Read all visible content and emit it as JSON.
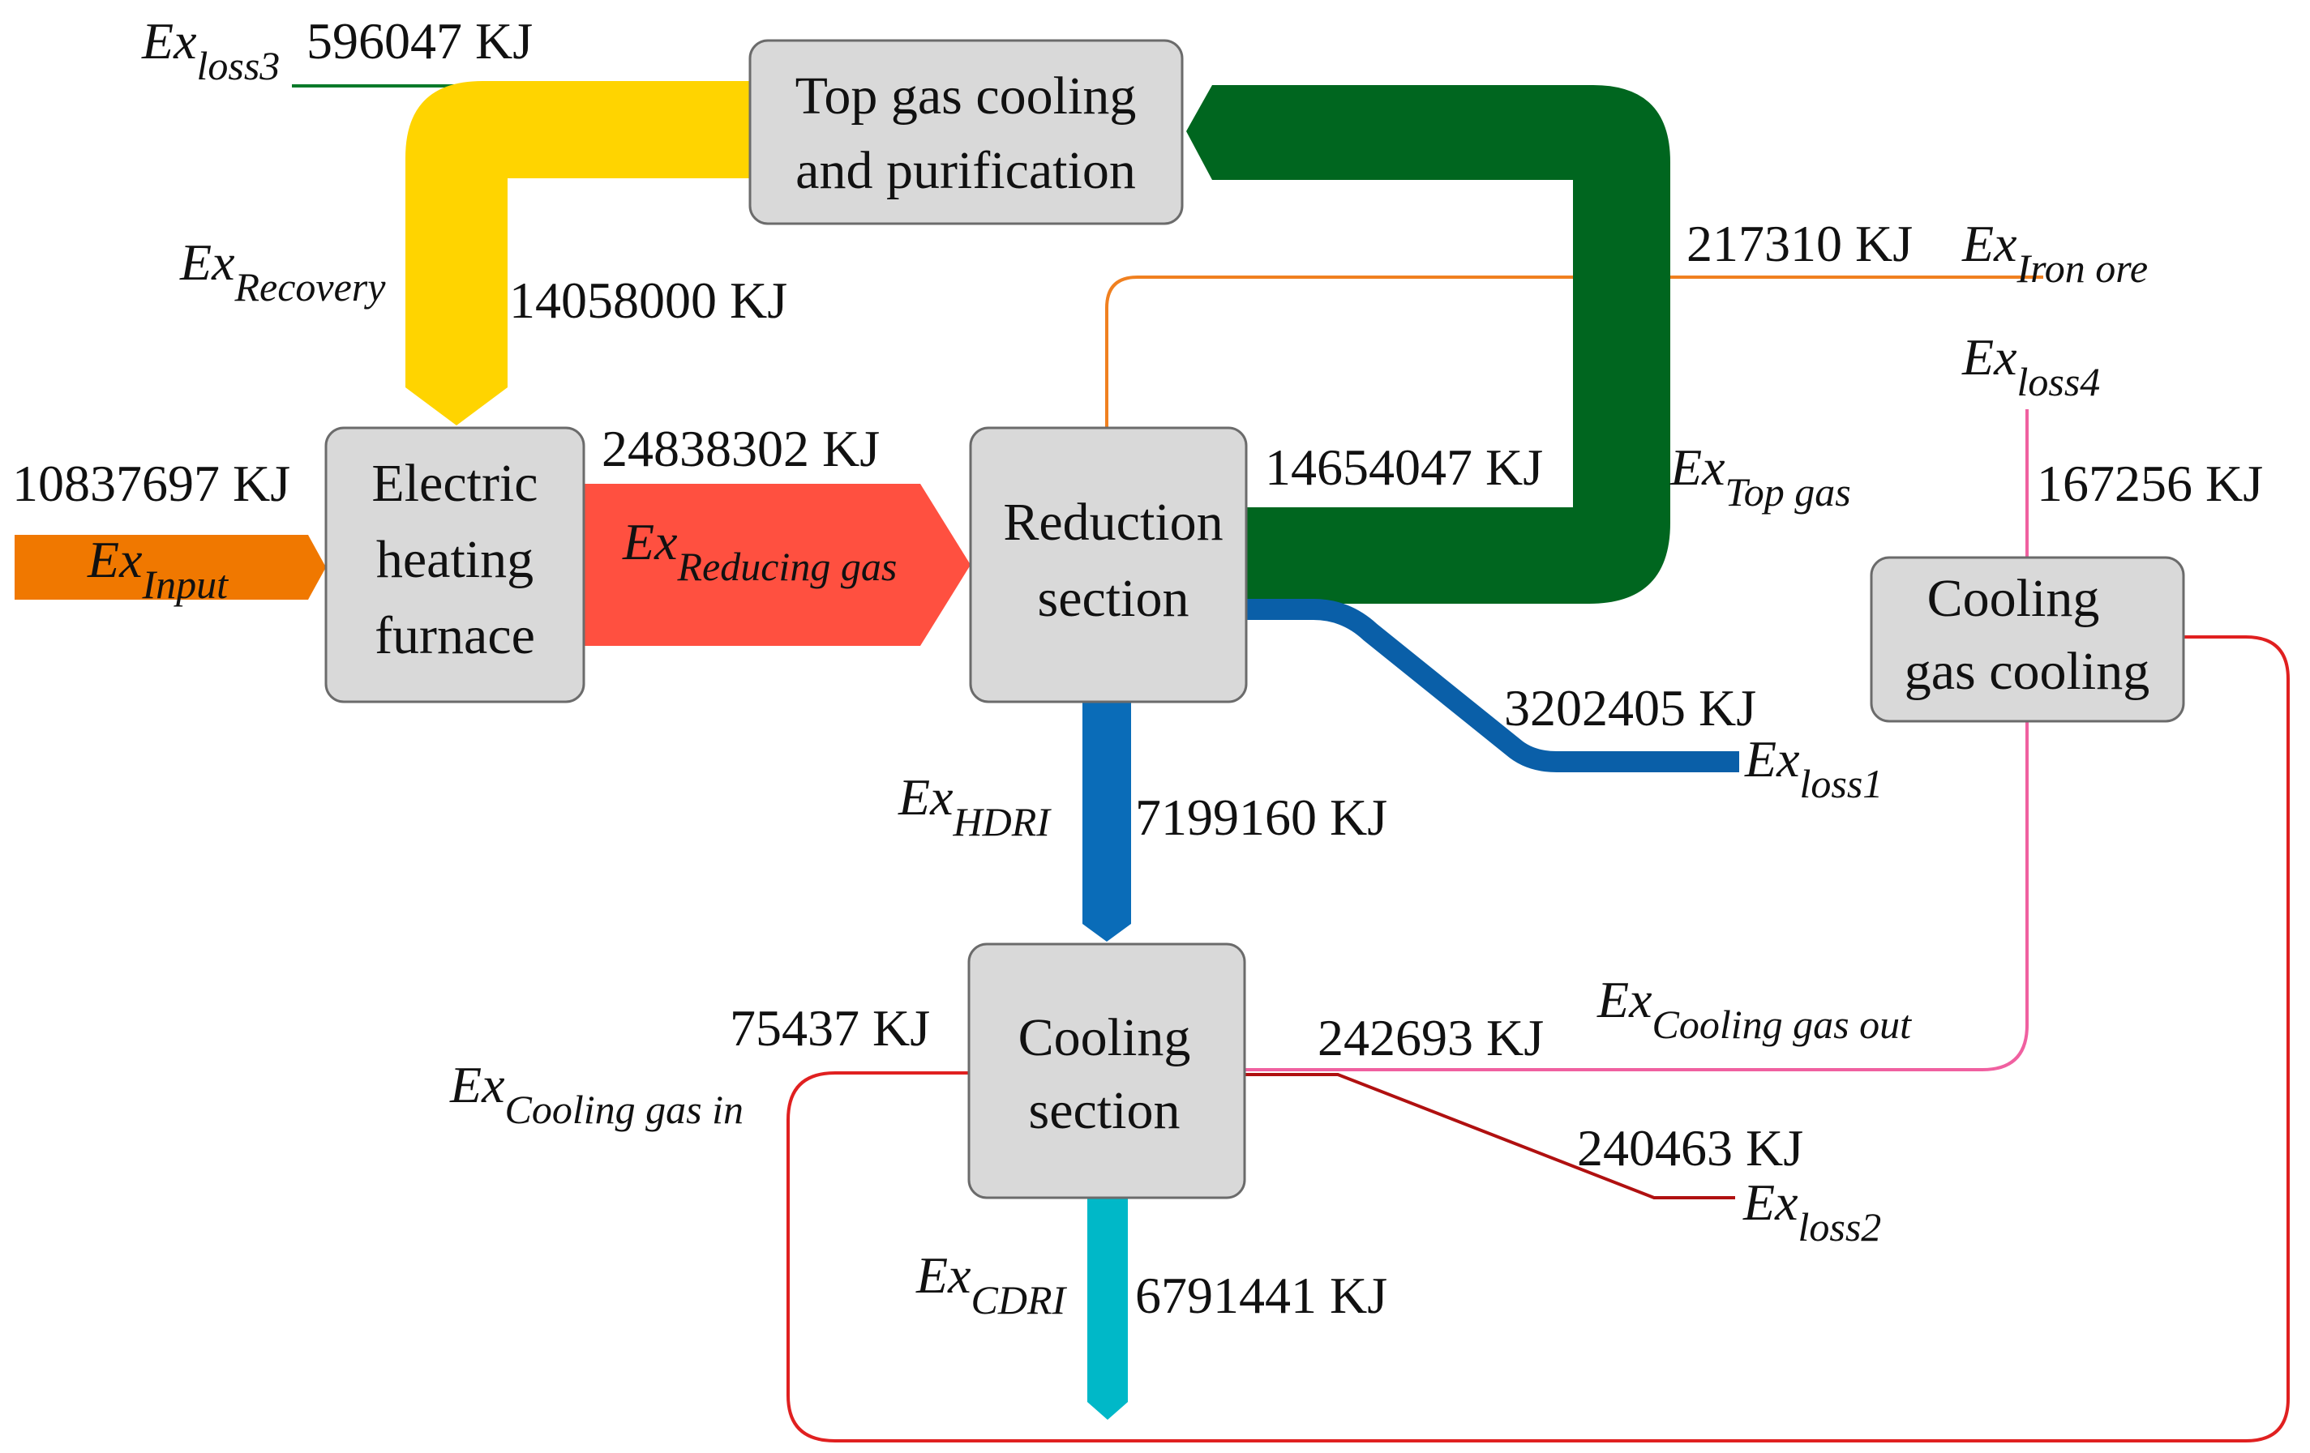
{
  "colors": {
    "input": "#f07800",
    "recovery": "#ffd400",
    "reducing_gas": "#ff5040",
    "top_gas": "#00661f",
    "iron_ore": "#f08020",
    "loss1": "#0a5fa8",
    "hdri": "#0a6cb8",
    "cdri": "#00b8c8",
    "loss2": "#b01010",
    "cooling_gas_in": "#e02020",
    "cooling_gas_out": "#f060a0",
    "loss3": "#0a7a2a",
    "box_fill": "#d9d9d9"
  },
  "nodes": {
    "top_gas": {
      "line1": "Top gas cooling",
      "line2": "and purification"
    },
    "electric_furnace": {
      "line1": "Electric",
      "line2": "heating",
      "line3": "furnace"
    },
    "reduction": {
      "line1": "Reduction",
      "line2": "section"
    },
    "cooling_gas_cooling": {
      "line1": "Cooling",
      "line2": "gas cooling"
    },
    "cooling_section": {
      "line1": "Cooling",
      "line2": "section"
    }
  },
  "flows": {
    "loss3": {
      "ex": "Ex",
      "sub": "loss3",
      "value": "596047 KJ"
    },
    "recovery": {
      "ex": "Ex",
      "sub": "Recovery",
      "value": "14058000 KJ"
    },
    "iron_ore": {
      "ex": "Ex",
      "sub": "Iron ore",
      "value": "217310 KJ"
    },
    "loss4": {
      "ex": "Ex",
      "sub": "loss4",
      "value": "167256 KJ"
    },
    "input": {
      "ex": "Ex",
      "sub": "Input",
      "value": "10837697 KJ"
    },
    "reducing_gas": {
      "ex": "Ex",
      "sub": "Reducing gas",
      "value": "24838302 KJ"
    },
    "top_gas": {
      "ex": "Ex",
      "sub": "Top gas",
      "value": "14654047 KJ"
    },
    "loss1": {
      "ex": "Ex",
      "sub": "loss1",
      "value": "3202405 KJ"
    },
    "hdri": {
      "ex": "Ex",
      "sub": "HDRI",
      "value": "7199160 KJ"
    },
    "cooling_gas_in": {
      "ex": "Ex",
      "sub": "Cooling gas in",
      "value": "75437 KJ"
    },
    "cooling_gas_out": {
      "ex": "Ex",
      "sub": "Cooling gas out",
      "value": "242693 KJ"
    },
    "loss2": {
      "ex": "Ex",
      "sub": "loss2",
      "value": "240463 KJ"
    },
    "cdri": {
      "ex": "Ex",
      "sub": "CDRI",
      "value": "6791441 KJ"
    }
  }
}
